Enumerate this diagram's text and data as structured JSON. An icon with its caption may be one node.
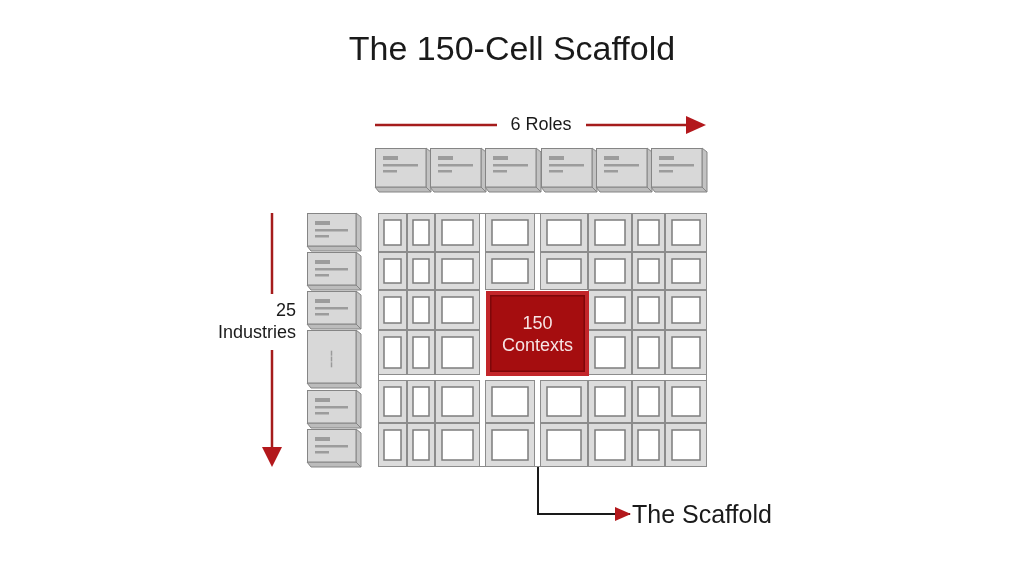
{
  "diagram": {
    "title": "The 150-Cell Scaffold",
    "nodes": [
      {
        "text": [],
        "shape": "box"
      },
      {
        "text": [
          "150 Contexts"
        ],
        "in": 0
      },
      {
        "text": [
          "The Scaffold"
        ]
      }
    ],
    "edges": [
      {
        "from": 0,
        "to": 2,
        "arrow": "to"
      }
    ],
    "labels": [
      "6 Roles",
      "25 Industries"
    ]
  }
}
